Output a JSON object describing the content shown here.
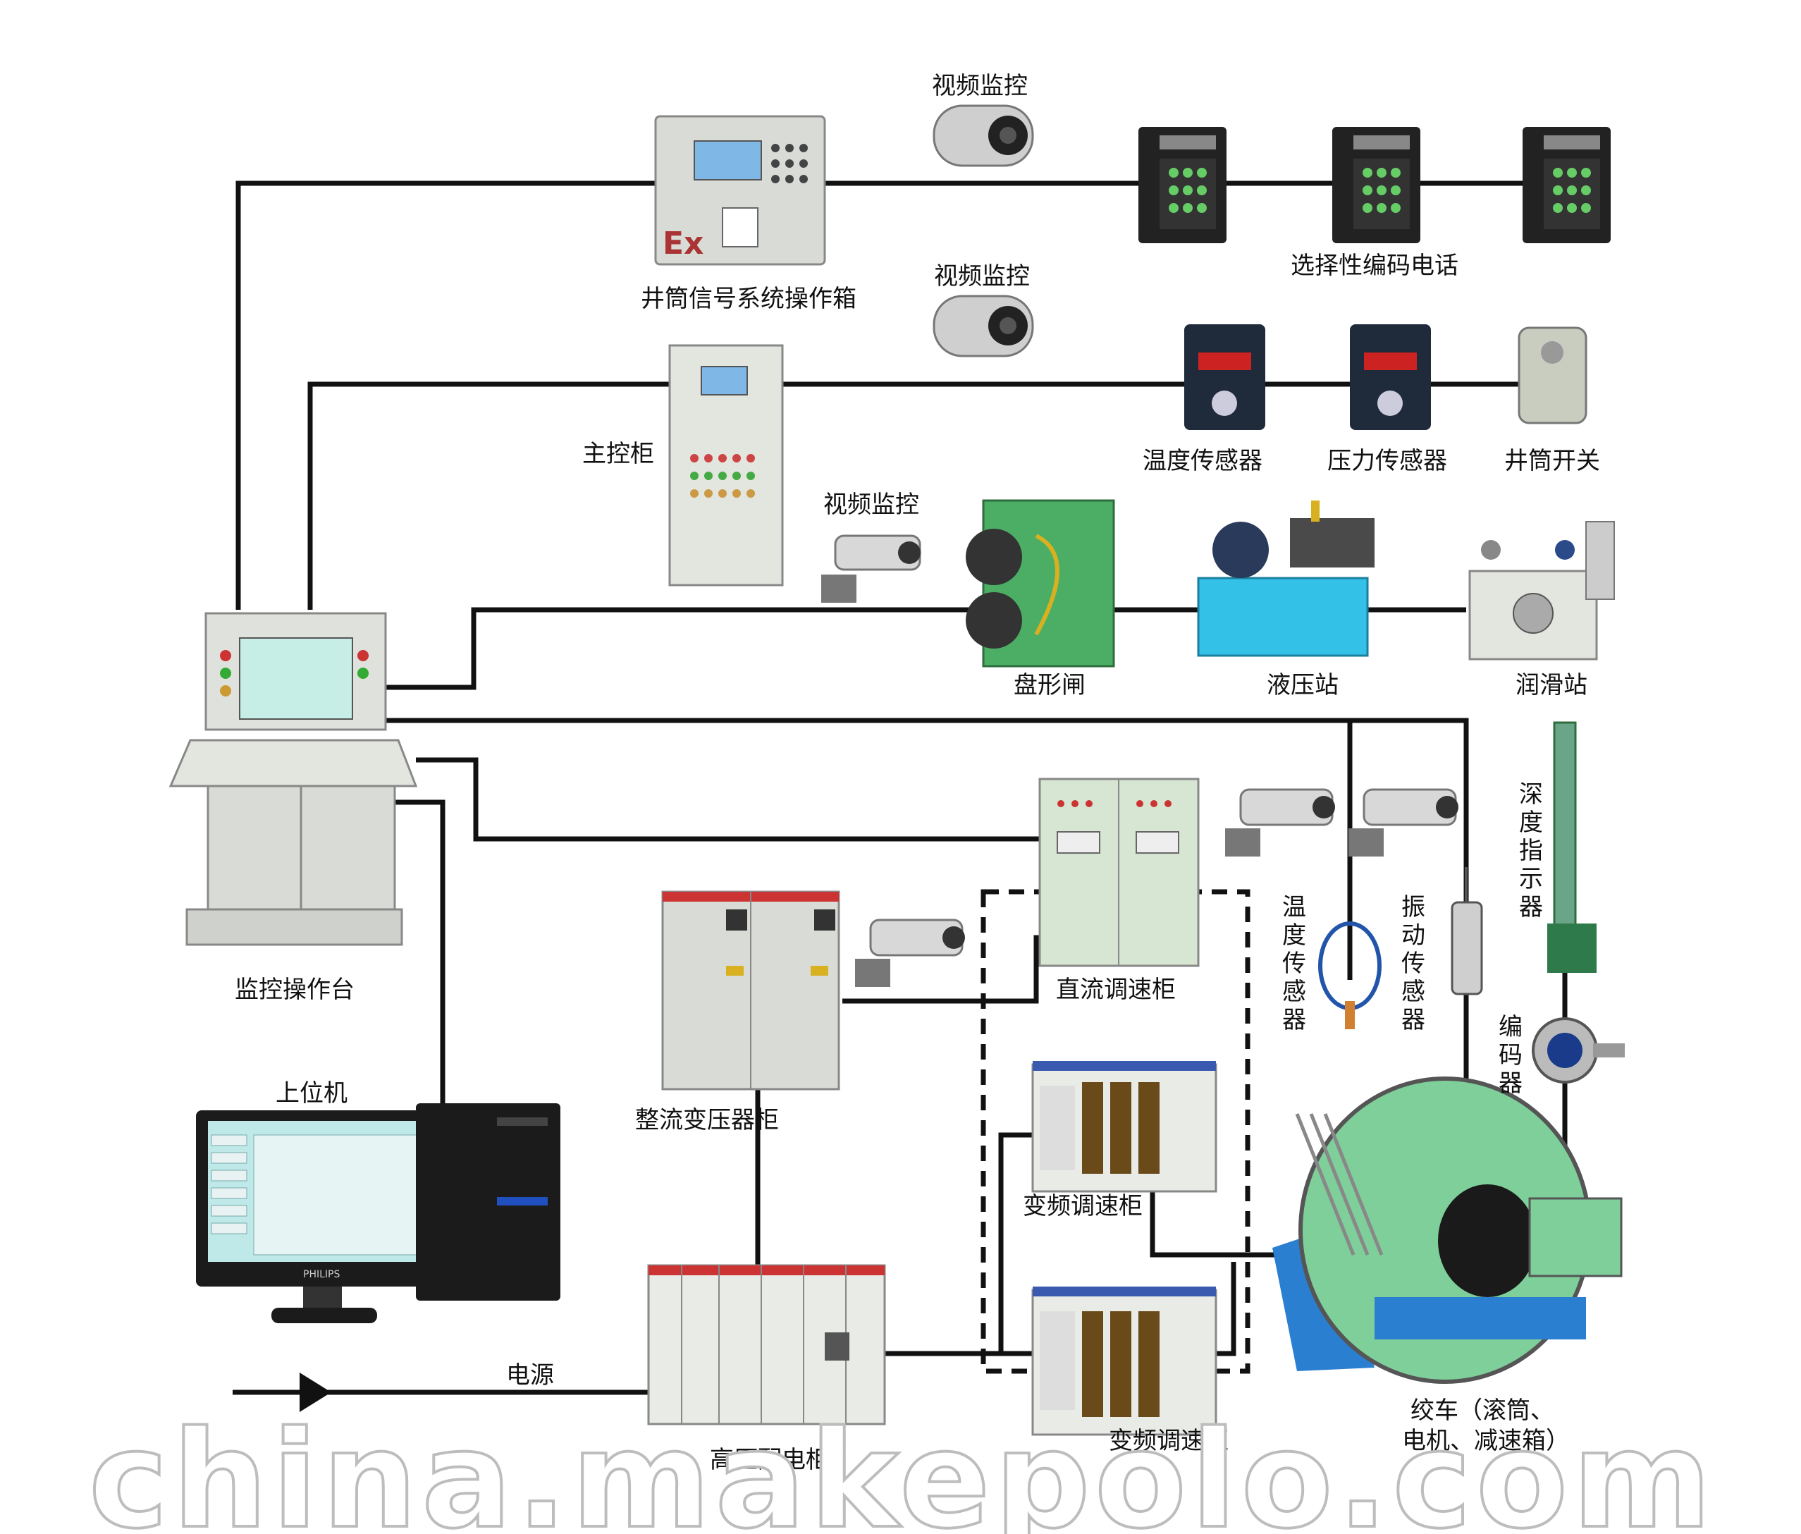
{
  "labels": {
    "video1": "视频监控",
    "video2": "视频监控",
    "video3": "视频监控",
    "shaft_signal_box": "井筒信号系统操作箱",
    "coded_phone": "选择性编码电话",
    "main_cabinet": "主控柜",
    "temp_sensor": "温度传感器",
    "pressure_sensor": "压力传感器",
    "shaft_switch": "井筒开关",
    "disc_brake": "盘形闸",
    "hydraulic_station": "液压站",
    "lube_station": "润滑站",
    "console": "监控操作台",
    "depth_indicator": [
      "深",
      "度",
      "指",
      "示",
      "器"
    ],
    "dc_speed_cabinet": "直流调速柜",
    "rectifier_cabinet": "整流变压器柜",
    "temp_vertical": [
      "温",
      "度",
      "传",
      "感",
      "器"
    ],
    "vibration_sensor": [
      "振",
      "动",
      "传",
      "感",
      "器"
    ],
    "encoder": [
      "编",
      "码",
      "器"
    ],
    "host_pc": "上位机",
    "vfd_cabinet_1": "变频调速柜",
    "vfd_cabinet_2": "变频调速柜",
    "power": "电源",
    "hv_cabinet": "高压配电柜",
    "hoist_line1": "绞车（滚筒、",
    "hoist_line2": "电机、减速箱）",
    "watermark": "china.makepolo.com",
    "ex_mark": "Ex",
    "monitor_brand": "PHILIPS"
  },
  "colors": {
    "equipment_gray": "#d9dcd6",
    "cabinet_green": "#d6e6d2",
    "screen_blue": "#7fb7e6",
    "hydraulic_blue": "#33c1e8",
    "brake_green": "#4cae64",
    "hoist_green": "#7fcf9a",
    "hoist_blue": "#2a7fd0",
    "phone_black": "#222222",
    "wire": "#111111"
  }
}
